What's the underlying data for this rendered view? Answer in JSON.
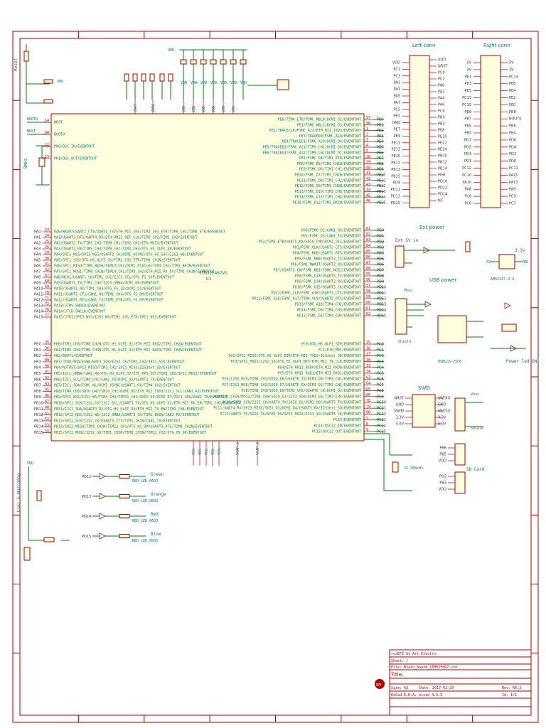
{
  "mcu": {
    "name": "STM32F407VG",
    "ref": "U1",
    "left_top": [
      {
        "num": "14",
        "name": "NRST"
      },
      {
        "num": "94",
        "name": "BOOT0"
      },
      {
        "num": "12",
        "name": "PH0/OSC_IN/EVENTOUT"
      },
      {
        "num": "13",
        "name": "PH1/OSC_OUT/EVENTOUT"
      }
    ],
    "left_pa": [
      {
        "net": "PA0",
        "num": "23",
        "name": "PA0/WKUP/USART2_CTS/UART4_TX/ETH_MII_CRS/TIM2_CH1_ETR/TIM5_CH1/TIM8_ETR/EVENTOUT"
      },
      {
        "net": "PA1",
        "num": "24",
        "name": "PA1/USART2_RTS/UART4_RX/ETH_RMII_REF_CLK/TIM5_CH2/TIM2_CH2/EVENTOUT"
      },
      {
        "net": "PA2",
        "num": "25",
        "name": "PA2/USART2_TX/TIM5_CH3/TIM9_CH1/TIM2_CH3/ETH_MDIO/EVENTOUT"
      },
      {
        "net": "PA3",
        "num": "26",
        "name": "PA3/USART2_RX/TIM5_CH4/TIM9_CH2/TIM2_CH4/OTG_HS_ULPI_D0/EVENTOUT"
      },
      {
        "net": "PA4",
        "num": "29",
        "name": "PA4/SPI1_NSS/SPI3_NSS/USART2_CK/DCMI_HSYNC/OTG_HS_SOF/I2S3_WS/EVENTOUT"
      },
      {
        "net": "PA5",
        "num": "30",
        "name": "PA5/SPI1_SCK/OTG_HS_ULPI_CK/TIM2_CH1_ETR/TIM8_CH1N/EVENTOUT"
      },
      {
        "net": "PA6",
        "num": "31",
        "name": "PA6/SPI1_MISO/TIM8_BKIN/TIM13_CH1/DCMI_PIXCLK/TIM3_CH1/TIM1_BKIN/EVENTOUT"
      },
      {
        "net": "PA7",
        "num": "32",
        "name": "PA7/SPI1_MOSI/TIM8_CH1N/TIM14_CH1/TIM3_CH2/ETH_MII_RX_DV/TIM1_CH1N/EVENTOUT"
      },
      {
        "net": "PA8",
        "num": "67",
        "name": "PA8/MCO1/USART1_CK/TIM1_CH1/I2C3_SCL/OTG_FS_SOF/EVENTOUT"
      },
      {
        "net": "PA9",
        "num": "68",
        "name": "PA9/USART1_TX/TIM1_CH2/I2C3_SMBA/DCMI_D0/EVENTOUT"
      },
      {
        "net": "PA10",
        "num": "69",
        "name": "PA10/USART1_RX/TIM1_CH3/OTG_FS_ID/DCMI_D1/EVENTOUT"
      },
      {
        "net": "PA11",
        "num": "70",
        "name": "PA11/USART1_CTS/CAN1_RX/TIM1_CH4/OTG_FS_DM/EVENTOUT"
      },
      {
        "net": "PA12",
        "num": "71",
        "name": "PA12/USART1_RTS/CAN1_TX/TIM1_ETR/OTG_FS_DP/EVENTOUT"
      },
      {
        "net": "PA13",
        "num": "72",
        "name": "PA13/JTMS-SWDIO/EVENTOUT"
      },
      {
        "net": "PA14",
        "num": "76",
        "name": "PA14/JTCK-SWCLK/EVENTOUT"
      },
      {
        "net": "PA15",
        "num": "77",
        "name": "PA15/JTDI/SPI3_NSS/I2S3_WS/TIM2_CH1_ETR/SPI1_NSS/EVENTOUT"
      }
    ],
    "left_pb": [
      {
        "net": "PB0",
        "num": "35",
        "name": "PB0/TIM3_CH3/TIM8_CH2N/OTG_HS_ULPI_D1/ETH_MII_RXD2/TIM1_CH2N/EVENTOUT"
      },
      {
        "net": "PB1",
        "num": "36",
        "name": "PB1/TIM3_CH4/TIM8_CH3N/OTG_HS_ULPI_D2/ETH_MII_RXD3/TIM1_CH3N/EVENTOUT"
      },
      {
        "net": "PB2",
        "num": "37",
        "name": "PB2/BOOT1/EVENTOUT"
      },
      {
        "net": "PB3",
        "num": "89",
        "name": "PB3/JTDO/TRACESWO/SPI3_SCK/I2S3_CK/TIM2_CH2/SPI1_SCK/EVENTOUT"
      },
      {
        "net": "PB4",
        "num": "90",
        "name": "PB4/NJTRST/SPI3_MISO/TIM3_CH1/SPI1_MISO/I2S3ext_SD/EVENTOUT"
      },
      {
        "net": "PB5",
        "num": "91",
        "name": "PB5/I2C1_SMBA/CAN2_RX/OTG_HS_ULPI_D7/ETH_PPS_OUT/TIM3_CH2/SPI1_MOSI/EVENTOUT"
      },
      {
        "net": "PB6",
        "num": "92",
        "name": "PB6/I2C1_SCL/TIM4_CH1/CAN2_TX/DCMI_D5/USART1_TX/EVENTOUT"
      },
      {
        "net": "PB7",
        "num": "93",
        "name": "PB7/I2C1_SDA/FSMC_NL/DCMI_VSYNC/USART1_RX/TIM4_CH2/EVENTOUT"
      },
      {
        "net": "PB8",
        "num": "95",
        "name": "PB8/TIM4_CH3/SDIO_D4/TIM10_CH1/DCMI_D6/ETH_MII_TXD3/I2C1_SCL/CAN1_RX/EVENTOUT"
      },
      {
        "net": "PB9",
        "num": "96",
        "name": "PB9/SPI2_NSS/I2S2_WS/TIM4_CH4/TIM11_CH1/SDIO_D5/DCMI_D7/I2C1_SDA/CAN1_TX/EVENTOUT"
      },
      {
        "net": "PB10",
        "num": "47",
        "name": "PB10/SPI2_SCK/I2S2_CK/I2C2_SCL/USART3_TX/OTG_HS_ULPI_D3/ETH_MII_RX_ER/TIM2_CH3/EVENTOUT"
      },
      {
        "net": "PB11",
        "num": "48",
        "name": "PB11/I2C2_SDA/USART3_RX/OTG_HS_ULPI_D4/ETH_MII_TX_EN/TIM2_CH4/EVENTOUT"
      },
      {
        "net": "PB12",
        "num": "51",
        "name": "PB12/SPI2_NSS/I2S2_WS/I2C2_SMBA/USART3_CK/TIM1_BKIN/CAN2_RX/EVENTOUT"
      },
      {
        "net": "PB13",
        "num": "52",
        "name": "PB13/SPI2_SCK/I2S2_CK/USART3_CTS/TIM1_CH1N/CAN2_TX/EVENTOUT"
      },
      {
        "net": "PB14",
        "num": "53",
        "name": "PB14/SPI2_MISO/TIM1_CH2N/TIM12_CH1/OTG_HS_DM/USART3_RTS/TIM8_CH2N/EVENTOUT"
      },
      {
        "net": "PB15",
        "num": "54",
        "name": "PB15/SPI2_MOSI/I2S2_SD/TIM1_CH3N/TIM8_CH3N/TIM12_CH2/OTG_HS_DP/EVENTOUT"
      }
    ],
    "right_pe": [
      {
        "net": "PE0",
        "num": "97",
        "name": "PE0/TIM4_ETR/FSMC_NBL0/DCMI_D2/EVENTOUT"
      },
      {
        "net": "PE1",
        "num": "98",
        "name": "PE1/FSMC_NBL1/DCMI_D3/EVENTOUT"
      },
      {
        "net": "PE2",
        "num": "1",
        "name": "PE2/TRACECLK/FSMC_A23/ETH_MII_TXD3/EVENTOUT"
      },
      {
        "net": "PE3",
        "num": "2",
        "name": "PE3/TRACED0/FSMC_A19/EVENTOUT"
      },
      {
        "net": "PE4",
        "num": "3",
        "name": "PE4/TRACED1/FSMC_A20/DCMI_D4/EVENTOUT"
      },
      {
        "net": "PE5",
        "num": "4",
        "name": "PE5/TRACED2/FSMC_A21/TIM9_CH1/DCMI_D6/EVENTOUT"
      },
      {
        "net": "PE6",
        "num": "5",
        "name": "PE6/TRACED3/FSMC_A22/TIM9_CH2/DCMI_D7/EVENTOUT"
      },
      {
        "net": "PE7",
        "num": "38",
        "name": "PE7/FSMC_D4/TIM1_ETR/EVENTOUT"
      },
      {
        "net": "PE8",
        "num": "39",
        "name": "PE8/FSMC_D5/TIM1_CH1N/EVENTOUT"
      },
      {
        "net": "PE9",
        "num": "40",
        "name": "PE9/FSMC_D6/TIM1_CH1/EVENTOUT"
      },
      {
        "net": "PE10",
        "num": "41",
        "name": "PE10/FSMC_D7/TIM1_CH2N/EVENTOUT"
      },
      {
        "net": "PE11",
        "num": "42",
        "name": "PE11/FSMC_D8/TIM1_CH2/EVENTOUT"
      },
      {
        "net": "PE12",
        "num": "43",
        "name": "PE12/FSMC_D9/TIM1_CH3N/EVENTOUT"
      },
      {
        "net": "PE13",
        "num": "44",
        "name": "PE13/FSMC_D10/TIM1_CH3/EVENTOUT"
      },
      {
        "net": "PE14",
        "num": "45",
        "name": "PE14/FSMC_D11/TIM1_CH4/EVENTOUT"
      },
      {
        "net": "PE15",
        "num": "46",
        "name": "PE15/FSMC_D12/TIM1_BKIN/EVENTOUT"
      }
    ],
    "right_pd": [
      {
        "net": "PD0",
        "num": "81",
        "name": "PD0/FSMC_D2/CAN1_RX/EVENTOUT"
      },
      {
        "net": "PD1",
        "num": "82",
        "name": "PD1/FSMC_D3/CAN1_TX/EVENTOUT"
      },
      {
        "net": "PD2",
        "num": "83",
        "name": "PD2/TIM3_ETR/UART5_RX/SDIO_CMD/DCMI_D11/EVENTOUT"
      },
      {
        "net": "PD3",
        "num": "84",
        "name": "PD3/FSMC_CLK/USART2_CTS/EVENTOUT"
      },
      {
        "net": "PD4",
        "num": "85",
        "name": "PD4/FSMC_NOE/USART2_RTS/EVENTOUT"
      },
      {
        "net": "PD5",
        "num": "86",
        "name": "PD5/FSMC_NWE/USART2_TX/EVENTOUT"
      },
      {
        "net": "PD6",
        "num": "87",
        "name": "PD6/FSMC_NWAIT/USART2_RX/EVENTOUT"
      },
      {
        "net": "PD7",
        "num": "88",
        "name": "PD7/USART2_CK/FSMC_NE1/FSMC_NCE2/EVENTOUT"
      },
      {
        "net": "PD8",
        "num": "55",
        "name": "PD8/FSMC_D13/USART3_TX/EVENTOUT"
      },
      {
        "net": "PD9",
        "num": "56",
        "name": "PD9/FSMC_D14/USART3_RX/EVENTOUT"
      },
      {
        "net": "PD10",
        "num": "57",
        "name": "PD10/FSMC_D15/USART3_CK/EVENTOUT"
      },
      {
        "net": "PD11",
        "num": "58",
        "name": "PD11/FSMC_CLE/FSMC_A16/USART3_CTS/EVENTOUT"
      },
      {
        "net": "PD12",
        "num": "59",
        "name": "PD12/FSMC_ALE/FSMC_A17/TIM4_CH1/USART3_RTS/EVENTOUT"
      },
      {
        "net": "PD13",
        "num": "60",
        "name": "PD13/FSMC_A18/TIM4_CH2/EVENTOUT"
      },
      {
        "net": "PD14",
        "num": "61",
        "name": "PD14/FSMC_D0/TIM4_CH3/EVENTOUT"
      },
      {
        "net": "PD15",
        "num": "62",
        "name": "PD15/FSMC_D1/TIM4_CH4/EVENTOUT"
      }
    ],
    "right_pc": [
      {
        "net": "PC0",
        "num": "15",
        "name": "PC0/OTG_HS_ULPI_STP/EVENTOUT"
      },
      {
        "net": "PC1",
        "num": "16",
        "name": "PC1/ETH_MDC/EVENTOUT"
      },
      {
        "net": "PC2",
        "num": "17",
        "name": "PC2/SPI2_MISO/OTG_HS_ULPI_DIR/ETH_MII_TXD2/I2S2ext_SD/EVENTOUT"
      },
      {
        "net": "PC3",
        "num": "18",
        "name": "PC3/SPI2_MOSI/I2S2_SD/OTG_HS_ULPI_NXT/ETH_MII_TX_CLK/EVENTOUT"
      },
      {
        "net": "PC4",
        "num": "33",
        "name": "PC4/ETH_RMII_RXD0/ETH_MII_RXD0/EVENTOUT"
      },
      {
        "net": "PC5",
        "num": "34",
        "name": "PC5/ETH_RMII_RXD1/ETH_MII_RXD1/EVENTOUT"
      },
      {
        "net": "PC6",
        "num": "63",
        "name": "PC6/I2S2_MCK/TIM8_CH1/SDIO_D6/USART6_TX/DCMI_D0/TIM3_CH1/EVENTOUT"
      },
      {
        "net": "PC7",
        "num": "64",
        "name": "PC7/I2S3_MCK/TIM8_CH2/SDIO_D7/USART6_RX/DCMI_D1/TIM3_CH2/EVENTOUT"
      },
      {
        "net": "PC8",
        "num": "65",
        "name": "PC8/TIM8_CH3/SDIO_D0/TIM3_CH3/USART6_CK/DCMI_D2/EVENTOUT"
      },
      {
        "net": "PC9",
        "num": "66",
        "name": "PC9/I2S_CKIN/MCO2/TIM8_CH4/SDIO_D1/I2C3_SDA/DCMI_D3/TIM3_CH4/EVENTOUT"
      },
      {
        "net": "PC10",
        "num": "78",
        "name": "PC10/SPI3_SCK/I2S3_CK/UART4_TX/SDIO_D2/DCMI_D8/USART3_TX/EVENTOUT"
      },
      {
        "net": "PC11",
        "num": "79",
        "name": "PC11/UART4_RX/SPI3_MISO/SDIO_D3/DCMI_D4/USART3_RX/I2S3ext_SD/EVENTOUT"
      },
      {
        "net": "PC12",
        "num": "80",
        "name": "PC12/UART5_TX/SDIO_CK/DCMI_D9/SPI3_MOSI/I2S3_SD/USART3_CK/EVENTOUT"
      },
      {
        "net": "PC13",
        "num": "7",
        "name": "PC13/EVENTOUT"
      },
      {
        "net": "PC14",
        "num": "8",
        "name": "PC14/OSC32_IN/EVENTOUT"
      },
      {
        "net": "PC15",
        "num": "9",
        "name": "PC15/OSC32_OUT/EVENTOUT"
      }
    ],
    "top_power": [
      "VBAT",
      "VDDA",
      "VDD",
      "VDD",
      "VDD",
      "VDD",
      "VDD",
      "VDD"
    ],
    "bottom_power": [
      "VSS",
      "VSS",
      "VSS",
      "VSS",
      "VSS",
      "VCAP_1",
      "VCAP_2"
    ]
  },
  "labels": {
    "reset": "Reset",
    "swd_title": "SWD",
    "left_conn": "Left conn",
    "right_conn": "Right conn",
    "ext_power": "Ext power",
    "usb_power": "USB power",
    "power_led": "Power led ON",
    "ext_5v_in": "Ext 5V in",
    "v33": "3.3v",
    "sd_card": "SD Card",
    "user_io": "User & Watchdog",
    "vdd": "VDD",
    "gnd": "GND",
    "vbus": "Vbus",
    "shield": "Shield",
    "v5": "5V",
    "nrst": "NRST",
    "boot0": "BOOT0",
    "xtal": "8MHz",
    "xtal32": "32.768kHz",
    "ams": "AMS1117-3.3",
    "usb_chip": "USBLC6-2SC6"
  },
  "leds": [
    {
      "net": "PD12",
      "color": "Green",
      "part": "RED_LED_0603"
    },
    {
      "net": "PD13",
      "color": "Orange",
      "part": "RED_LED_0603"
    },
    {
      "net": "PD14",
      "color": "Red",
      "part": "RED_LED_0603"
    },
    {
      "net": "PD15",
      "color": "Blue",
      "part": "RED_LED_0603"
    }
  ],
  "left_conn_left": [
    "VDD",
    "PC1",
    "PC3",
    "PA1",
    "PA3",
    "PA5",
    "PA7",
    "PC5",
    "PB1",
    "GND",
    "PE7",
    "PE9",
    "PE11",
    "PE13",
    "PE15",
    "PB11",
    "PB13",
    "PB15",
    "PD9",
    "PD11",
    "PD13",
    "PD15"
  ],
  "left_conn_right": [
    "VDD",
    "NRST",
    "PC0",
    "PC2",
    "PA0",
    "PA2",
    "PA4",
    "PA6",
    "PC4",
    "PB0",
    "PB2",
    "PE8",
    "PE10",
    "PE12",
    "PE14",
    "PB10",
    "PB12",
    "PB14",
    "PD8",
    "PD10",
    "PD12",
    "PD14",
    "NC"
  ],
  "right_conn_left": [
    "5V",
    "3V",
    "PE1",
    "PE3",
    "PE5",
    "PC13",
    "PC15",
    "PB9",
    "PB7",
    "PB5",
    "PB3",
    "PD7",
    "PD5",
    "PD3",
    "PD1",
    "PC12",
    "PC10",
    "PA10",
    "PA8",
    "PC8",
    "PC6"
  ],
  "right_conn_right": [
    "5V",
    "3V",
    "PC14",
    "PE6",
    "PE4",
    "PE2",
    "PE0",
    "PB8",
    "BOOT0",
    "PB6",
    "PB4",
    "PD6",
    "PD4",
    "PD2",
    "PD0",
    "PC11",
    "PA15",
    "PA13",
    "PA9",
    "PC9",
    "PC7"
  ],
  "swd_left": [
    "NRST",
    "GND",
    "SWIM",
    "3.3V",
    "5.0V"
  ],
  "swd_right": [
    "SWDIO",
    "GND",
    "SWCLK",
    "3.3V",
    "5.0V"
  ],
  "sd_pins_top": [
    "PB6",
    "PB5",
    "VDD"
  ],
  "sd_pins_bot": [
    "PD2",
    "PB3",
    "VDD"
  ],
  "title_block": {
    "company": "rusEFI by Art_Electro",
    "sheet": "Sheet: /",
    "file": "File: Brain_board_STM32F407.sch",
    "title_label": "Title:",
    "size": "Size: A3",
    "date": "Date: 2017-02-20",
    "rev": "Rev: R0.3",
    "kicad": "KiCad E.D.A.  kicad 4.0.5",
    "id": "Id: 1/1",
    "logo": "EFI"
  }
}
